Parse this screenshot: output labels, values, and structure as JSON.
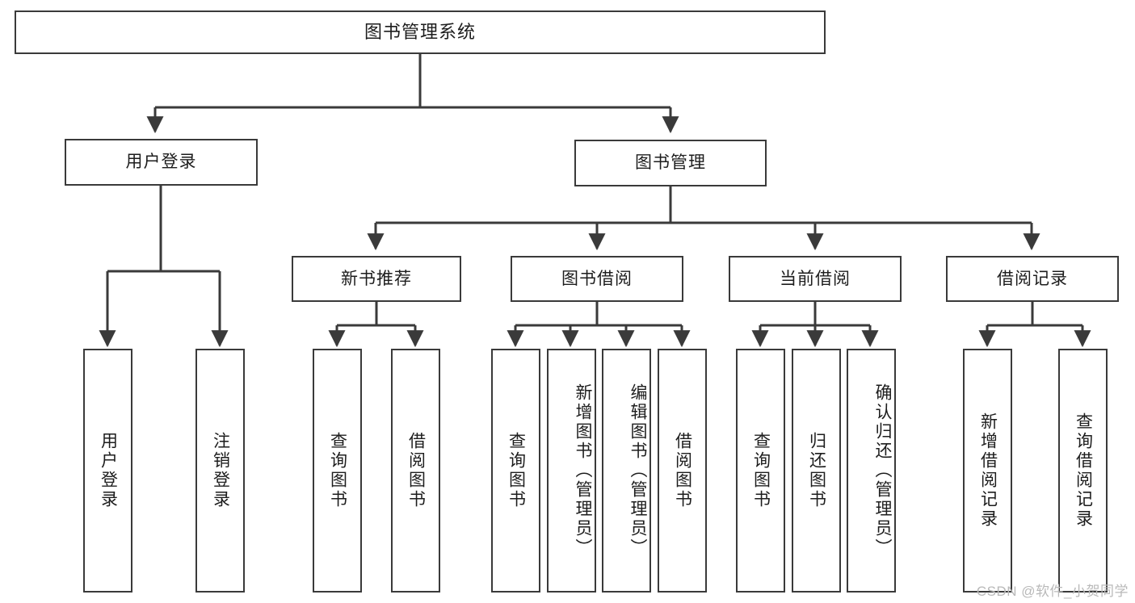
{
  "diagram": {
    "type": "tree-hierarchy-chart",
    "title": "图书管理系统",
    "stroke_color": "#3a3a3a",
    "fill_color": "#ffffff",
    "text_color": "#1d1d1d",
    "levels": {
      "root": {
        "label": "图书管理系统"
      },
      "level2": [
        {
          "label": "用户登录"
        },
        {
          "label": "图书管理"
        }
      ],
      "level3": [
        {
          "label": "新书推荐"
        },
        {
          "label": "图书借阅"
        },
        {
          "label": "当前借阅"
        },
        {
          "label": "借阅记录"
        }
      ],
      "leaves": {
        "user_login": [
          {
            "label": "用户登录"
          },
          {
            "label": "注销登录"
          }
        ],
        "new_book_recommend": [
          {
            "label": "查询图书"
          },
          {
            "label": "借阅图书"
          }
        ],
        "book_borrow": [
          {
            "label": "查询图书"
          },
          {
            "label": "新增图书（管理员）"
          },
          {
            "label": "编辑图书（管理员）"
          },
          {
            "label": "借阅图书"
          }
        ],
        "current_borrow": [
          {
            "label": "查询图书"
          },
          {
            "label": "归还图书"
          },
          {
            "label": "确认归还（管理员）"
          }
        ],
        "borrow_record": [
          {
            "label": "新增借阅记录"
          },
          {
            "label": "查询借阅记录"
          }
        ]
      }
    }
  },
  "watermark": {
    "text": "CSDN @软件_小贺同学"
  }
}
